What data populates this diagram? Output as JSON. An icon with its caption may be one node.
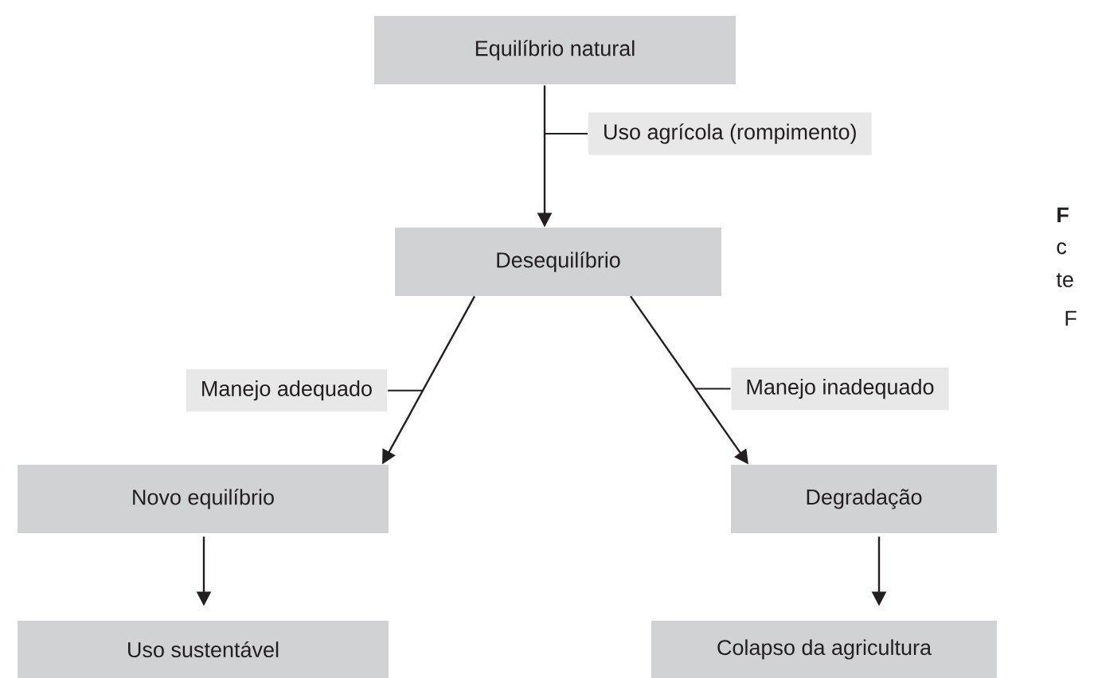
{
  "diagram": {
    "nodes": [
      {
        "text": [
          "Equilíbrio natural"
        ]
      },
      {
        "text": [
          "Desequilíbrio"
        ]
      },
      {
        "text": [
          "Novo equilíbrio"
        ]
      },
      {
        "text": [
          "Degradação"
        ]
      },
      {
        "text": [
          "Uso sustentável"
        ]
      },
      {
        "text": [
          "Colapso da agricultura"
        ]
      }
    ],
    "edges": [
      {
        "from": 0,
        "to": 1,
        "arrow": "to",
        "label": "Uso  agrícola (rompimento)"
      },
      {
        "from": 1,
        "to": 2,
        "arrow": "to",
        "label": "Manejo adequado"
      },
      {
        "from": 1,
        "to": 3,
        "arrow": "to",
        "label": "Manejo inadequado"
      },
      {
        "from": 2,
        "to": 4,
        "arrow": "to"
      },
      {
        "from": 3,
        "to": 5,
        "arrow": "to"
      }
    ],
    "labels": [
      "F",
      "c",
      "te",
      "F"
    ]
  }
}
